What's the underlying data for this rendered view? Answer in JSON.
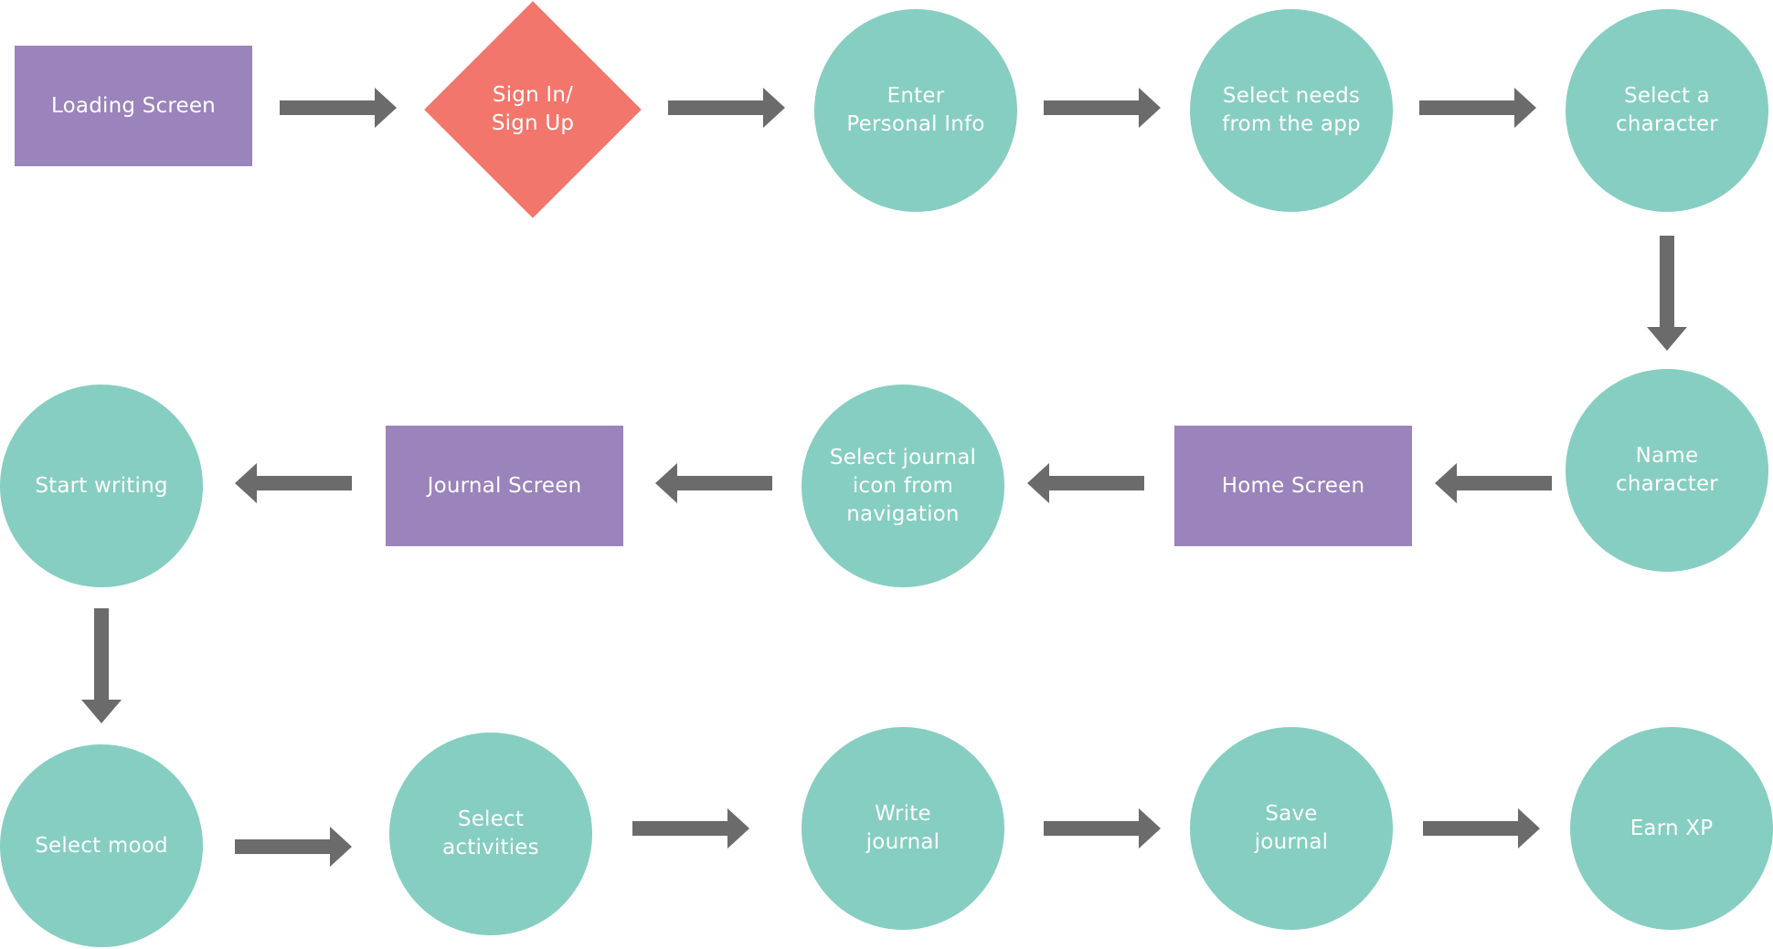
{
  "colors": {
    "process": "#86cec1",
    "screen": "#9b83bb",
    "decision": "#f2766c",
    "arrow": "#6b6b6b",
    "text": "#ffffff",
    "background": "#ffffff"
  },
  "nodes": {
    "loading_screen": {
      "label": "Loading Screen",
      "shape": "rectangle"
    },
    "sign_in": {
      "label": "Sign In/\nSign Up",
      "shape": "diamond"
    },
    "enter_info": {
      "label": "Enter\nPersonal Info",
      "shape": "circle"
    },
    "select_needs": {
      "label": "Select needs\nfrom the app",
      "shape": "circle"
    },
    "select_character": {
      "label": "Select a\ncharacter",
      "shape": "circle"
    },
    "name_character": {
      "label": "Name\ncharacter",
      "shape": "circle"
    },
    "home_screen": {
      "label": "Home Screen",
      "shape": "rectangle"
    },
    "select_journal_icon": {
      "label": "Select journal\nicon from\nnavigation",
      "shape": "circle"
    },
    "journal_screen": {
      "label": "Journal Screen",
      "shape": "rectangle"
    },
    "start_writing": {
      "label": "Start writing",
      "shape": "circle"
    },
    "select_mood": {
      "label": "Select mood",
      "shape": "circle"
    },
    "select_activities": {
      "label": "Select\nactivities",
      "shape": "circle"
    },
    "write_journal": {
      "label": "Write\njournal",
      "shape": "circle"
    },
    "save_journal": {
      "label": "Save\njournal",
      "shape": "circle"
    },
    "earn_xp": {
      "label": "Earn XP",
      "shape": "circle"
    }
  },
  "edges": [
    {
      "from": "loading_screen",
      "to": "sign_in"
    },
    {
      "from": "sign_in",
      "to": "enter_info"
    },
    {
      "from": "enter_info",
      "to": "select_needs"
    },
    {
      "from": "select_needs",
      "to": "select_character"
    },
    {
      "from": "select_character",
      "to": "name_character"
    },
    {
      "from": "name_character",
      "to": "home_screen"
    },
    {
      "from": "home_screen",
      "to": "select_journal_icon"
    },
    {
      "from": "select_journal_icon",
      "to": "journal_screen"
    },
    {
      "from": "journal_screen",
      "to": "start_writing"
    },
    {
      "from": "start_writing",
      "to": "select_mood"
    },
    {
      "from": "select_mood",
      "to": "select_activities"
    },
    {
      "from": "select_activities",
      "to": "write_journal"
    },
    {
      "from": "write_journal",
      "to": "save_journal"
    },
    {
      "from": "save_journal",
      "to": "earn_xp"
    }
  ]
}
